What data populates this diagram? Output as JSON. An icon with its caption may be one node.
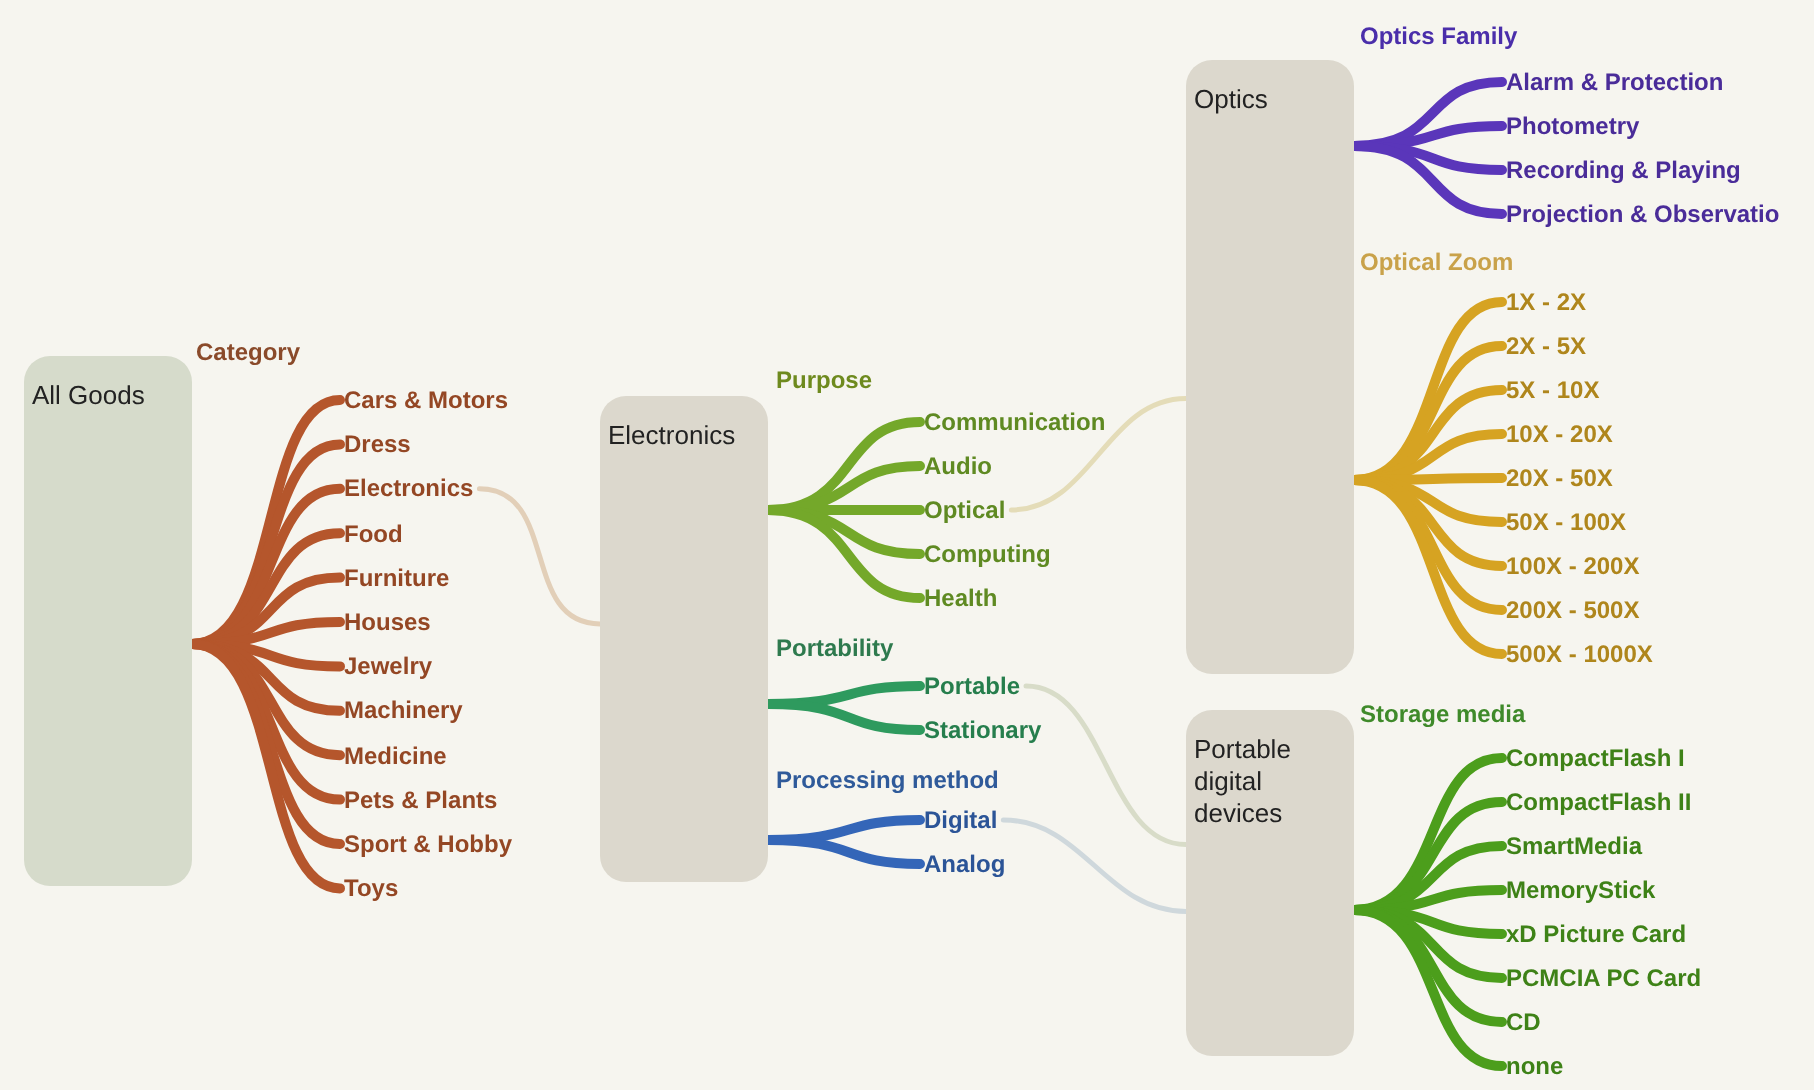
{
  "diagram": {
    "nodes": [
      {
        "text": [
          "All Goods"
        ]
      },
      {
        "text": [
          "Cars & Motors"
        ]
      },
      {
        "text": [
          "Dress"
        ]
      },
      {
        "text": [
          "Electronics"
        ]
      },
      {
        "text": [
          "Food"
        ]
      },
      {
        "text": [
          "Furniture"
        ]
      },
      {
        "text": [
          "Houses"
        ]
      },
      {
        "text": [
          "Jewelry"
        ]
      },
      {
        "text": [
          "Machinery"
        ]
      },
      {
        "text": [
          "Medicine"
        ]
      },
      {
        "text": [
          "Pets & Plants"
        ]
      },
      {
        "text": [
          "Sport & Hobby"
        ]
      },
      {
        "text": [
          "Toys"
        ]
      },
      {
        "text": [
          "Electronics"
        ]
      },
      {
        "text": [
          "Communication"
        ]
      },
      {
        "text": [
          "Audio"
        ]
      },
      {
        "text": [
          "Optical"
        ]
      },
      {
        "text": [
          "Computing"
        ]
      },
      {
        "text": [
          "Health"
        ]
      },
      {
        "text": [
          "Portable"
        ]
      },
      {
        "text": [
          "Stationary"
        ]
      },
      {
        "text": [
          "Digital"
        ]
      },
      {
        "text": [
          "Analog"
        ]
      },
      {
        "text": [
          "Optics"
        ]
      },
      {
        "text": [
          "Alarm & Protection"
        ]
      },
      {
        "text": [
          "Photometry"
        ]
      },
      {
        "text": [
          "Recording & Playing"
        ]
      },
      {
        "text": [
          "Projection & Observatio"
        ]
      },
      {
        "text": [
          "1X - 2X"
        ]
      },
      {
        "text": [
          "2X - 5X"
        ]
      },
      {
        "text": [
          "5X - 10X"
        ]
      },
      {
        "text": [
          "10X - 20X"
        ]
      },
      {
        "text": [
          "20X - 50X"
        ]
      },
      {
        "text": [
          "50X - 100X"
        ]
      },
      {
        "text": [
          "100X - 200X"
        ]
      },
      {
        "text": [
          "200X - 500X"
        ]
      },
      {
        "text": [
          "500X - 1000X"
        ]
      },
      {
        "text": [
          "Portable digital devices"
        ]
      },
      {
        "text": [
          "CompactFlash I"
        ]
      },
      {
        "text": [
          "CompactFlash II"
        ]
      },
      {
        "text": [
          "SmartMedia"
        ]
      },
      {
        "text": [
          "MemoryStick"
        ]
      },
      {
        "text": [
          "xD Picture Card"
        ]
      },
      {
        "text": [
          "PCMCIA PC Card"
        ]
      },
      {
        "text": [
          "CD"
        ]
      },
      {
        "text": [
          "none"
        ]
      }
    ],
    "edges": [
      {
        "from": 0,
        "to": 1,
        "arrow": "none",
        "color": "#b5562c"
      },
      {
        "from": 0,
        "to": 2,
        "arrow": "none",
        "color": "#b5562c"
      },
      {
        "from": 0,
        "to": 3,
        "arrow": "none",
        "color": "#b5562c"
      },
      {
        "from": 0,
        "to": 4,
        "arrow": "none",
        "color": "#b5562c"
      },
      {
        "from": 0,
        "to": 5,
        "arrow": "none",
        "color": "#b5562c"
      },
      {
        "from": 0,
        "to": 6,
        "arrow": "none",
        "color": "#b5562c"
      },
      {
        "from": 0,
        "to": 7,
        "arrow": "none",
        "color": "#b5562c"
      },
      {
        "from": 0,
        "to": 8,
        "arrow": "none",
        "color": "#b5562c"
      },
      {
        "from": 0,
        "to": 9,
        "arrow": "none",
        "color": "#b5562c"
      },
      {
        "from": 0,
        "to": 10,
        "arrow": "none",
        "color": "#b5562c"
      },
      {
        "from": 0,
        "to": 11,
        "arrow": "none",
        "color": "#b5562c"
      },
      {
        "from": 0,
        "to": 12,
        "arrow": "none",
        "color": "#b5562c"
      },
      {
        "from": 3,
        "to": 13,
        "arrow": "none",
        "color": "#e2cfb8"
      },
      {
        "from": 13,
        "to": 14,
        "arrow": "none",
        "color": "#74a82a"
      },
      {
        "from": 13,
        "to": 15,
        "arrow": "none",
        "color": "#74a82a"
      },
      {
        "from": 13,
        "to": 16,
        "arrow": "none",
        "color": "#74a82a"
      },
      {
        "from": 13,
        "to": 17,
        "arrow": "none",
        "color": "#74a82a"
      },
      {
        "from": 13,
        "to": 18,
        "arrow": "none",
        "color": "#74a82a"
      },
      {
        "from": 13,
        "to": 19,
        "arrow": "none",
        "color": "#2e9a5e"
      },
      {
        "from": 13,
        "to": 20,
        "arrow": "none",
        "color": "#2e9a5e"
      },
      {
        "from": 13,
        "to": 21,
        "arrow": "none",
        "color": "#3466b8"
      },
      {
        "from": 13,
        "to": 22,
        "arrow": "none",
        "color": "#3466b8"
      },
      {
        "from": 16,
        "to": 23,
        "arrow": "none",
        "color": "#e4dcb8"
      },
      {
        "from": 19,
        "to": 37,
        "arrow": "none",
        "color": "#d8dcc8"
      },
      {
        "from": 21,
        "to": 37,
        "arrow": "none",
        "color": "#cfd8dc"
      },
      {
        "from": 23,
        "to": 24,
        "arrow": "none",
        "color": "#5a36ba"
      },
      {
        "from": 23,
        "to": 25,
        "arrow": "none",
        "color": "#5a36ba"
      },
      {
        "from": 23,
        "to": 26,
        "arrow": "none",
        "color": "#5a36ba"
      },
      {
        "from": 23,
        "to": 27,
        "arrow": "none",
        "color": "#5a36ba"
      },
      {
        "from": 23,
        "to": 28,
        "arrow": "none",
        "color": "#d6a322"
      },
      {
        "from": 23,
        "to": 29,
        "arrow": "none",
        "color": "#d6a322"
      },
      {
        "from": 23,
        "to": 30,
        "arrow": "none",
        "color": "#d6a322"
      },
      {
        "from": 23,
        "to": 31,
        "arrow": "none",
        "color": "#d6a322"
      },
      {
        "from": 23,
        "to": 32,
        "arrow": "none",
        "color": "#d6a322"
      },
      {
        "from": 23,
        "to": 33,
        "arrow": "none",
        "color": "#d6a322"
      },
      {
        "from": 23,
        "to": 34,
        "arrow": "none",
        "color": "#d6a322"
      },
      {
        "from": 23,
        "to": 35,
        "arrow": "none",
        "color": "#d6a322"
      },
      {
        "from": 23,
        "to": 36,
        "arrow": "none",
        "color": "#d6a322"
      },
      {
        "from": 37,
        "to": 38,
        "arrow": "none",
        "color": "#4c9e1c"
      },
      {
        "from": 37,
        "to": 39,
        "arrow": "none",
        "color": "#4c9e1c"
      },
      {
        "from": 37,
        "to": 40,
        "arrow": "none",
        "color": "#4c9e1c"
      },
      {
        "from": 37,
        "to": 41,
        "arrow": "none",
        "color": "#4c9e1c"
      },
      {
        "from": 37,
        "to": 42,
        "arrow": "none",
        "color": "#4c9e1c"
      },
      {
        "from": 37,
        "to": 43,
        "arrow": "none",
        "color": "#4c9e1c"
      },
      {
        "from": 37,
        "to": 44,
        "arrow": "none",
        "color": "#4c9e1c"
      },
      {
        "from": 37,
        "to": 45,
        "arrow": "none",
        "color": "#4c9e1c"
      }
    ],
    "labels": [
      "Category",
      "Purpose",
      "Portability",
      "Processing method",
      "Optics Family",
      "Optical Zoom",
      "Storage media"
    ]
  }
}
